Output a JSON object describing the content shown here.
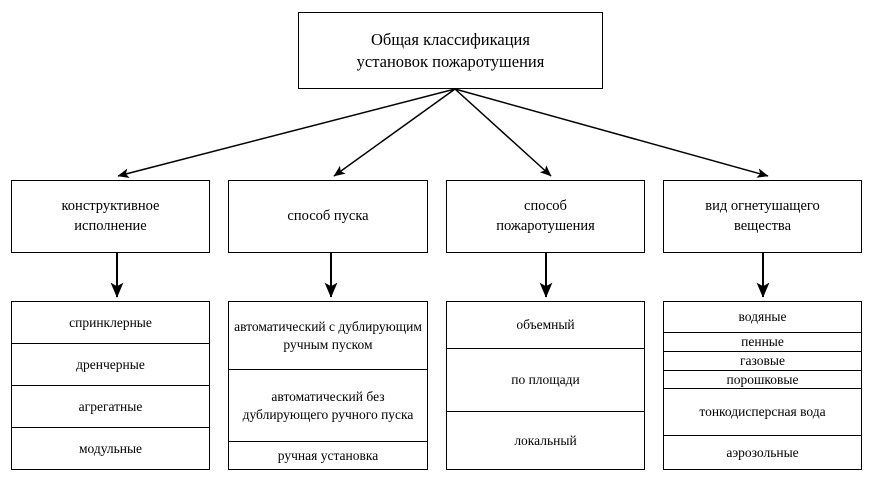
{
  "title": {
    "line1": "Общая классификация",
    "line2": "установок пожаротушения"
  },
  "categories": [
    {
      "label_line1": "конструктивное",
      "label_line2": "исполнение",
      "items": [
        "спринклерные",
        "дренчерные",
        "агрегатные",
        "модульные"
      ]
    },
    {
      "label_line1": "способ пуска",
      "label_line2": "",
      "items": [
        "автоматический с дублирующим ручным пуском",
        "автоматический без дублирующего ручного пуска",
        "ручная установка"
      ]
    },
    {
      "label_line1": "способ",
      "label_line2": "пожаротушения",
      "items": [
        "объемный",
        "по площади",
        "локальный"
      ]
    },
    {
      "label_line1": "вид огнетушащего",
      "label_line2": "вещества",
      "items": [
        "водяные",
        "пенные",
        "газовые",
        "порошковые",
        "тонкодисперсная вода",
        "аэрозольные"
      ]
    }
  ],
  "style": {
    "line_color": "#000000",
    "background": "#ffffff"
  }
}
